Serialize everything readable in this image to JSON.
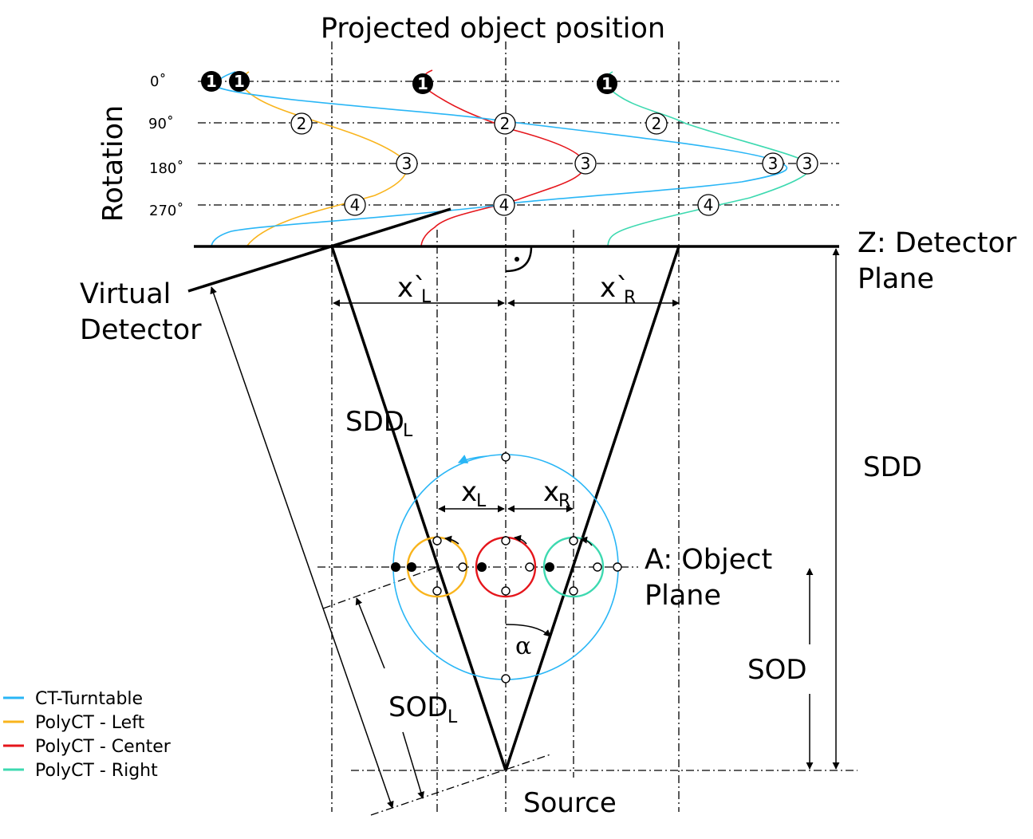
{
  "title": "Projected object position",
  "rotation_label": "Rotation",
  "angles": [
    "0˚",
    "90˚",
    "180˚",
    "270˚"
  ],
  "labels": {
    "detector_plane": [
      "Z: Detector",
      "Plane"
    ],
    "virtual_detector": [
      "Virtual",
      "Detector"
    ],
    "object_plane": [
      "A: Object",
      "Plane"
    ],
    "source": "Source",
    "sdd": "SDD",
    "sod": "SOD",
    "sdd_l": {
      "main": "SDD",
      "sub": "L"
    },
    "sod_l": {
      "main": "SOD",
      "sub": "L"
    },
    "x_proj_l": {
      "main": "x`",
      "sub": "L"
    },
    "x_proj_r": {
      "main": "x`",
      "sub": "R"
    },
    "x_l": {
      "main": "x",
      "sub": "L"
    },
    "x_r": {
      "main": "x",
      "sub": "R"
    },
    "alpha": "α"
  },
  "step_numbers": [
    "1",
    "2",
    "3",
    "4"
  ],
  "legend": [
    {
      "label": "CT-Turntable",
      "color": "#29b6f6"
    },
    {
      "label": "PolyCT - Left",
      "color": "#f9b41c"
    },
    {
      "label": "PolyCT - Center",
      "color": "#e5151b"
    },
    {
      "label": "PolyCT - Right",
      "color": "#3dd9b0"
    }
  ]
}
